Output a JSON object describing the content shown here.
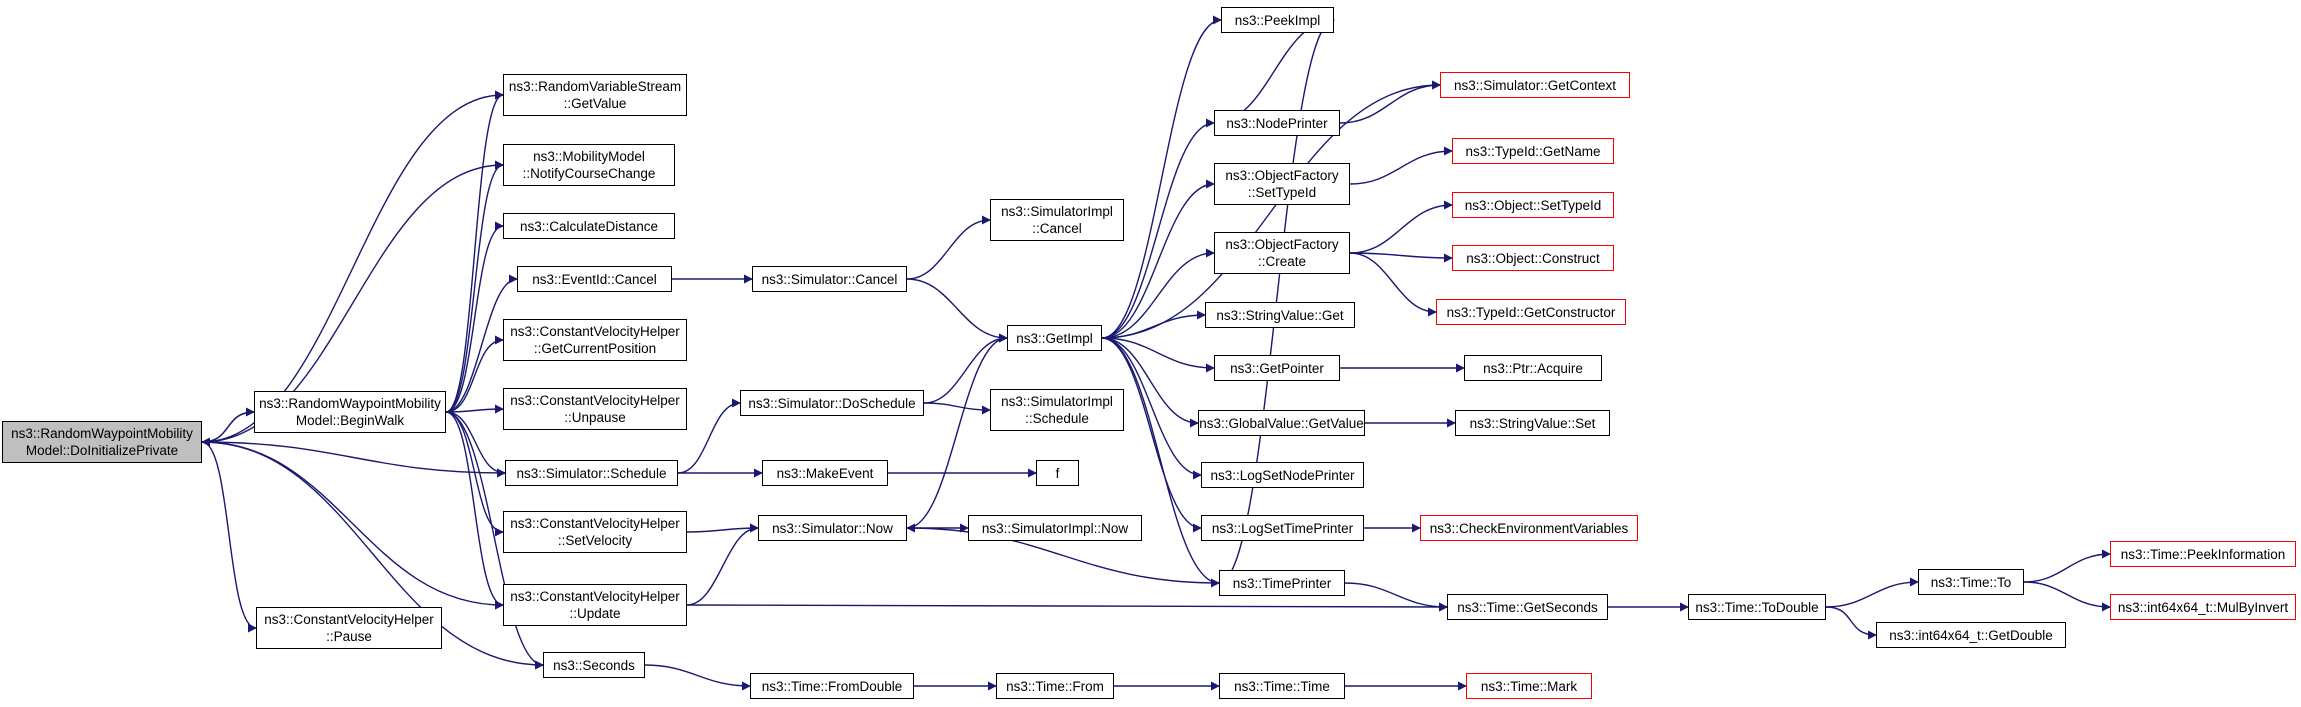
{
  "colors": {
    "edge": "#191970",
    "root_fill": "#bfbfbf",
    "truncated_border": "#ff0000",
    "node_border": "#000000"
  },
  "nodes": [
    {
      "id": "root",
      "label": "ns3::RandomWaypointMobility\nModel::DoInitializePrivate",
      "root": true
    },
    {
      "id": "beginwalk",
      "label": "ns3::RandomWaypointMobility\nModel::BeginWalk"
    },
    {
      "id": "cvh_pause",
      "label": "ns3::ConstantVelocityHelper\n::Pause"
    },
    {
      "id": "rvs_getvalue",
      "label": "ns3::RandomVariableStream\n::GetValue"
    },
    {
      "id": "mm_notify",
      "label": "ns3::MobilityModel\n::NotifyCourseChange"
    },
    {
      "id": "calcdist",
      "label": "ns3::CalculateDistance"
    },
    {
      "id": "eventid_cancel",
      "label": "ns3::EventId::Cancel"
    },
    {
      "id": "cvh_getpos",
      "label": "ns3::ConstantVelocityHelper\n::GetCurrentPosition"
    },
    {
      "id": "cvh_unpause",
      "label": "ns3::ConstantVelocityHelper\n::Unpause"
    },
    {
      "id": "sim_schedule",
      "label": "ns3::Simulator::Schedule"
    },
    {
      "id": "cvh_setvel",
      "label": "ns3::ConstantVelocityHelper\n::SetVelocity"
    },
    {
      "id": "cvh_update",
      "label": "ns3::ConstantVelocityHelper\n::Update"
    },
    {
      "id": "seconds",
      "label": "ns3::Seconds"
    },
    {
      "id": "sim_cancel",
      "label": "ns3::Simulator::Cancel"
    },
    {
      "id": "sim_doschedule",
      "label": "ns3::Simulator::DoSchedule"
    },
    {
      "id": "makeevent",
      "label": "ns3::MakeEvent"
    },
    {
      "id": "sim_now",
      "label": "ns3::Simulator::Now"
    },
    {
      "id": "time_fromdouble",
      "label": "ns3::Time::FromDouble"
    },
    {
      "id": "simimpl_cancel",
      "label": "ns3::SimulatorImpl\n::Cancel"
    },
    {
      "id": "getimpl",
      "label": "ns3::GetImpl"
    },
    {
      "id": "simimpl_schedule",
      "label": "ns3::SimulatorImpl\n::Schedule"
    },
    {
      "id": "f",
      "label": "f"
    },
    {
      "id": "simimpl_now",
      "label": "ns3::SimulatorImpl::Now"
    },
    {
      "id": "time_from",
      "label": "ns3::Time::From"
    },
    {
      "id": "peekimpl",
      "label": "ns3::PeekImpl"
    },
    {
      "id": "nodeprinter",
      "label": "ns3::NodePrinter"
    },
    {
      "id": "of_settypeid",
      "label": "ns3::ObjectFactory\n::SetTypeId"
    },
    {
      "id": "of_create",
      "label": "ns3::ObjectFactory\n::Create"
    },
    {
      "id": "stringvalue_get",
      "label": "ns3::StringValue::Get"
    },
    {
      "id": "getpointer",
      "label": "ns3::GetPointer"
    },
    {
      "id": "gv_getvalue",
      "label": "ns3::GlobalValue::GetValue"
    },
    {
      "id": "logsetnodeprinter",
      "label": "ns3::LogSetNodePrinter"
    },
    {
      "id": "logsettimeprinter",
      "label": "ns3::LogSetTimePrinter"
    },
    {
      "id": "timeprinter",
      "label": "ns3::TimePrinter"
    },
    {
      "id": "time_time",
      "label": "ns3::Time::Time"
    },
    {
      "id": "sim_getcontext",
      "label": "ns3::Simulator::GetContext",
      "truncated": true
    },
    {
      "id": "typeid_getname",
      "label": "ns3::TypeId::GetName",
      "truncated": true
    },
    {
      "id": "object_settypeid",
      "label": "ns3::Object::SetTypeId",
      "truncated": true
    },
    {
      "id": "object_construct",
      "label": "ns3::Object::Construct",
      "truncated": true
    },
    {
      "id": "typeid_getconstructor",
      "label": "ns3::TypeId::GetConstructor",
      "truncated": true
    },
    {
      "id": "ptr_acquire",
      "label": "ns3::Ptr::Acquire"
    },
    {
      "id": "stringvalue_set",
      "label": "ns3::StringValue::Set"
    },
    {
      "id": "checkenv",
      "label": "ns3::CheckEnvironmentVariables",
      "truncated": true
    },
    {
      "id": "time_getseconds",
      "label": "ns3::Time::GetSeconds"
    },
    {
      "id": "time_mark",
      "label": "ns3::Time::Mark",
      "truncated": true
    },
    {
      "id": "time_todouble",
      "label": "ns3::Time::ToDouble"
    },
    {
      "id": "time_to",
      "label": "ns3::Time::To"
    },
    {
      "id": "int64_getdouble",
      "label": "ns3::int64x64_t::GetDouble"
    },
    {
      "id": "time_peekinfo",
      "label": "ns3::Time::PeekInformation",
      "truncated": true
    },
    {
      "id": "int64_mulbyinvert",
      "label": "ns3::int64x64_t::MulByInvert",
      "truncated": true
    }
  ],
  "edges": [
    [
      "root",
      "beginwalk"
    ],
    [
      "root",
      "cvh_pause"
    ],
    [
      "root",
      "rvs_getvalue"
    ],
    [
      "root",
      "mm_notify"
    ],
    [
      "root",
      "sim_schedule"
    ],
    [
      "root",
      "cvh_update"
    ],
    [
      "root",
      "seconds"
    ],
    [
      "beginwalk",
      "root"
    ],
    [
      "beginwalk",
      "rvs_getvalue"
    ],
    [
      "beginwalk",
      "mm_notify"
    ],
    [
      "beginwalk",
      "calcdist"
    ],
    [
      "beginwalk",
      "eventid_cancel"
    ],
    [
      "beginwalk",
      "cvh_getpos"
    ],
    [
      "beginwalk",
      "cvh_unpause"
    ],
    [
      "beginwalk",
      "sim_schedule"
    ],
    [
      "beginwalk",
      "cvh_setvel"
    ],
    [
      "beginwalk",
      "cvh_update"
    ],
    [
      "beginwalk",
      "seconds"
    ],
    [
      "eventid_cancel",
      "sim_cancel"
    ],
    [
      "sim_cancel",
      "simimpl_cancel"
    ],
    [
      "sim_cancel",
      "getimpl"
    ],
    [
      "sim_schedule",
      "sim_doschedule"
    ],
    [
      "sim_schedule",
      "makeevent"
    ],
    [
      "sim_doschedule",
      "getimpl"
    ],
    [
      "sim_doschedule",
      "simimpl_schedule"
    ],
    [
      "makeevent",
      "f"
    ],
    [
      "cvh_setvel",
      "sim_now"
    ],
    [
      "cvh_update",
      "sim_now"
    ],
    [
      "cvh_update",
      "time_getseconds"
    ],
    [
      "sim_now",
      "getimpl"
    ],
    [
      "sim_now",
      "simimpl_now"
    ],
    [
      "seconds",
      "time_fromdouble"
    ],
    [
      "time_fromdouble",
      "time_from"
    ],
    [
      "time_from",
      "time_time"
    ],
    [
      "time_time",
      "time_mark"
    ],
    [
      "getimpl",
      "peekimpl"
    ],
    [
      "getimpl",
      "sim_getcontext"
    ],
    [
      "getimpl",
      "nodeprinter"
    ],
    [
      "getimpl",
      "of_settypeid"
    ],
    [
      "getimpl",
      "of_create"
    ],
    [
      "getimpl",
      "stringvalue_get"
    ],
    [
      "getimpl",
      "getpointer"
    ],
    [
      "getimpl",
      "gv_getvalue"
    ],
    [
      "getimpl",
      "logsetnodeprinter"
    ],
    [
      "getimpl",
      "logsettimeprinter"
    ],
    [
      "getimpl",
      "timeprinter"
    ],
    [
      "nodeprinter",
      "peekimpl"
    ],
    [
      "nodeprinter",
      "sim_getcontext"
    ],
    [
      "timeprinter",
      "peekimpl"
    ],
    [
      "timeprinter",
      "sim_now"
    ],
    [
      "timeprinter",
      "time_getseconds"
    ],
    [
      "of_settypeid",
      "typeid_getname"
    ],
    [
      "of_create",
      "object_settypeid"
    ],
    [
      "of_create",
      "object_construct"
    ],
    [
      "of_create",
      "typeid_getconstructor"
    ],
    [
      "getpointer",
      "ptr_acquire"
    ],
    [
      "gv_getvalue",
      "stringvalue_set"
    ],
    [
      "logsettimeprinter",
      "checkenv"
    ],
    [
      "time_getseconds",
      "time_todouble"
    ],
    [
      "time_todouble",
      "time_to"
    ],
    [
      "time_todouble",
      "int64_getdouble"
    ],
    [
      "time_to",
      "time_peekinfo"
    ],
    [
      "time_to",
      "int64_mulbyinvert"
    ]
  ]
}
